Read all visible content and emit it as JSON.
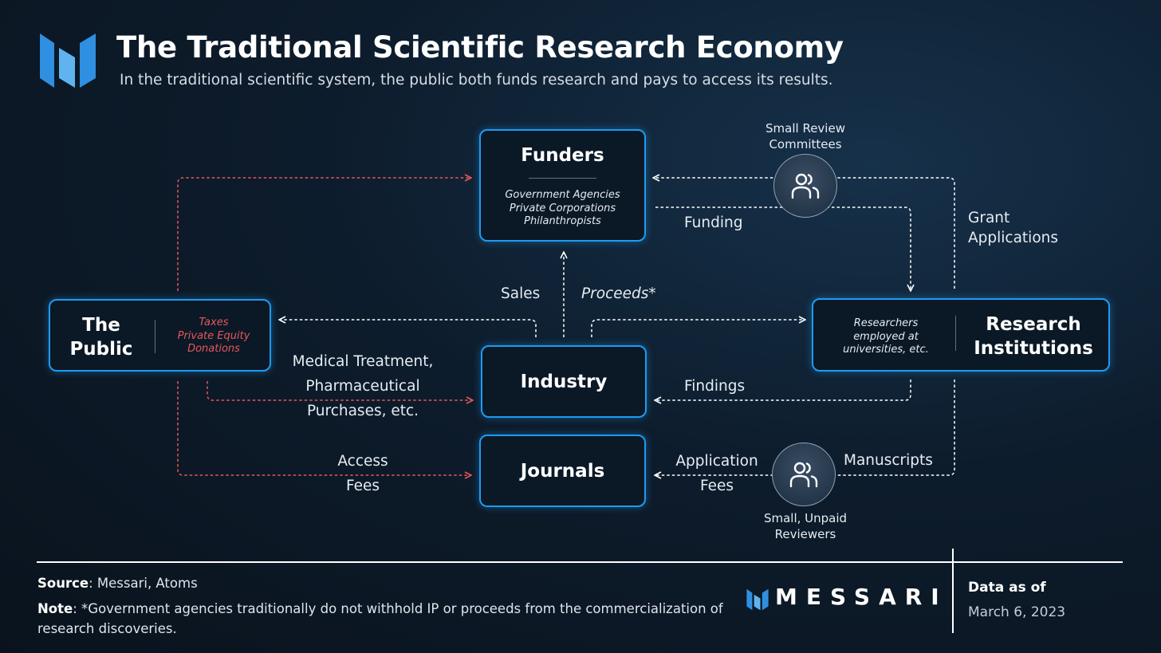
{
  "header": {
    "title": "The Traditional Scientific Research Economy",
    "subtitle": "In the traditional scientific system, the public both funds research and pays to access its results."
  },
  "nodes": {
    "funders": {
      "title": "Funders",
      "items": [
        "Government Agencies",
        "Private Corporations",
        "Philanthropists"
      ]
    },
    "public": {
      "title": "The Public",
      "items": [
        "Taxes",
        "Private Equity",
        "Donations"
      ]
    },
    "industry": {
      "title": "Industry"
    },
    "journals": {
      "title": "Journals"
    },
    "research": {
      "title": "Research Institutions",
      "detail": "Researchers employed at universities, etc."
    }
  },
  "edge_labels": {
    "funding": "Funding",
    "grant_applications": "Grant Applications",
    "sales": "Sales",
    "proceeds": "Proceeds*",
    "medical": "Medical Treatment, Pharmaceutical Purchases, etc.",
    "findings": "Findings",
    "access_fees": "Access Fees",
    "application_fees": "Application Fees",
    "manuscripts": "Manuscripts"
  },
  "groups": {
    "review_committees": "Small Review Committees",
    "unpaid_reviewers": "Small, Unpaid Reviewers"
  },
  "footer": {
    "source_label": "Source",
    "source_text": ": Messari, Atoms",
    "note_label": "Note",
    "note_text": ": *Government agencies traditionally do not withhold IP or proceeds from the commercialization of research discoveries.",
    "brand": "MESSARI",
    "data_as_of_label": "Data as of",
    "data_as_of_date": "March 6, 2023"
  },
  "colors": {
    "box_border": "#1e9bf0",
    "public_flow": "#e5575b",
    "neutral_flow": "#ffffff",
    "logo": "#2f8fe0"
  }
}
